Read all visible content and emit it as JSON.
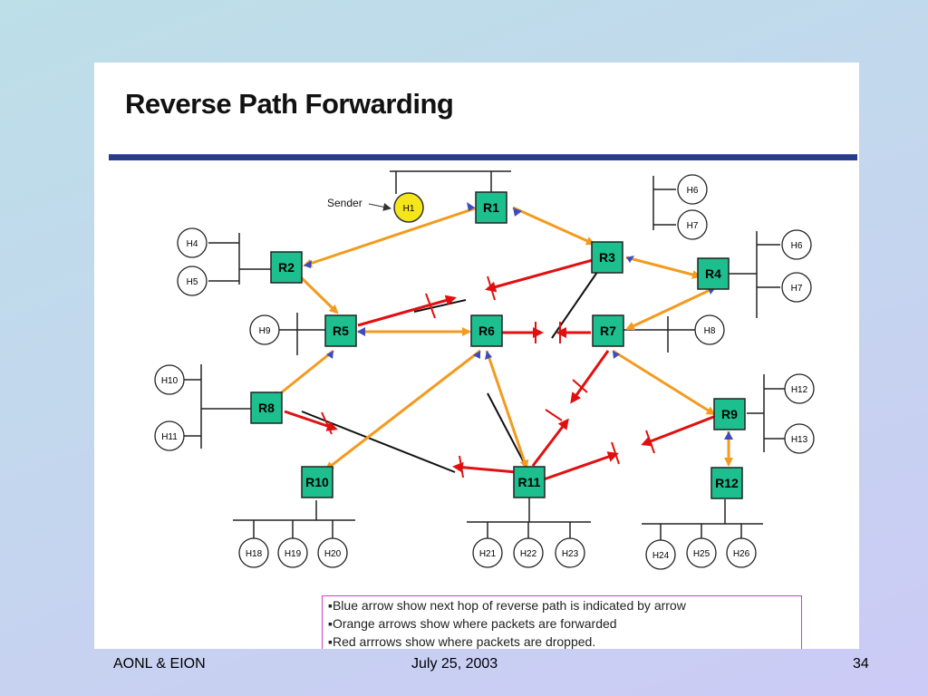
{
  "slide": {
    "title": "Reverse Path Forwarding",
    "sender_label": "Sender",
    "legend": [
      "▪Blue arrow show next hop of reverse path is indicated by arrow",
      "▪Orange arrows show where packets are forwarded",
      "▪Red arrrows show where packets are dropped."
    ]
  },
  "routers": {
    "R1": "R1",
    "R2": "R2",
    "R3": "R3",
    "R4": "R4",
    "R5": "R5",
    "R6": "R6",
    "R7": "R7",
    "R8": "R8",
    "R9": "R9",
    "R10": "R10",
    "R11": "R11",
    "R12": "R12"
  },
  "hosts": {
    "H1": "H1",
    "H4": "H4",
    "H5": "H5",
    "H6a": "H6",
    "H7a": "H7",
    "H6b": "H6",
    "H7b": "H7",
    "H9": "H9",
    "H8": "H8",
    "H10": "H10",
    "H11": "H11",
    "H12": "H12",
    "H13": "H13",
    "H18": "H18",
    "H19": "H19",
    "H20": "H20",
    "H21": "H21",
    "H22": "H22",
    "H23": "H23",
    "H24": "H24",
    "H25": "H25",
    "H26": "H26"
  },
  "footer": {
    "left": "AONL & EION",
    "center": "July 25, 2003",
    "right": "34"
  },
  "colors": {
    "router_fill": "#1dbf8e",
    "sender_fill": "#f5e61a",
    "forward": "#f49a1e",
    "drop": "#e01010",
    "reverse_hop": "#3a4cc0"
  }
}
